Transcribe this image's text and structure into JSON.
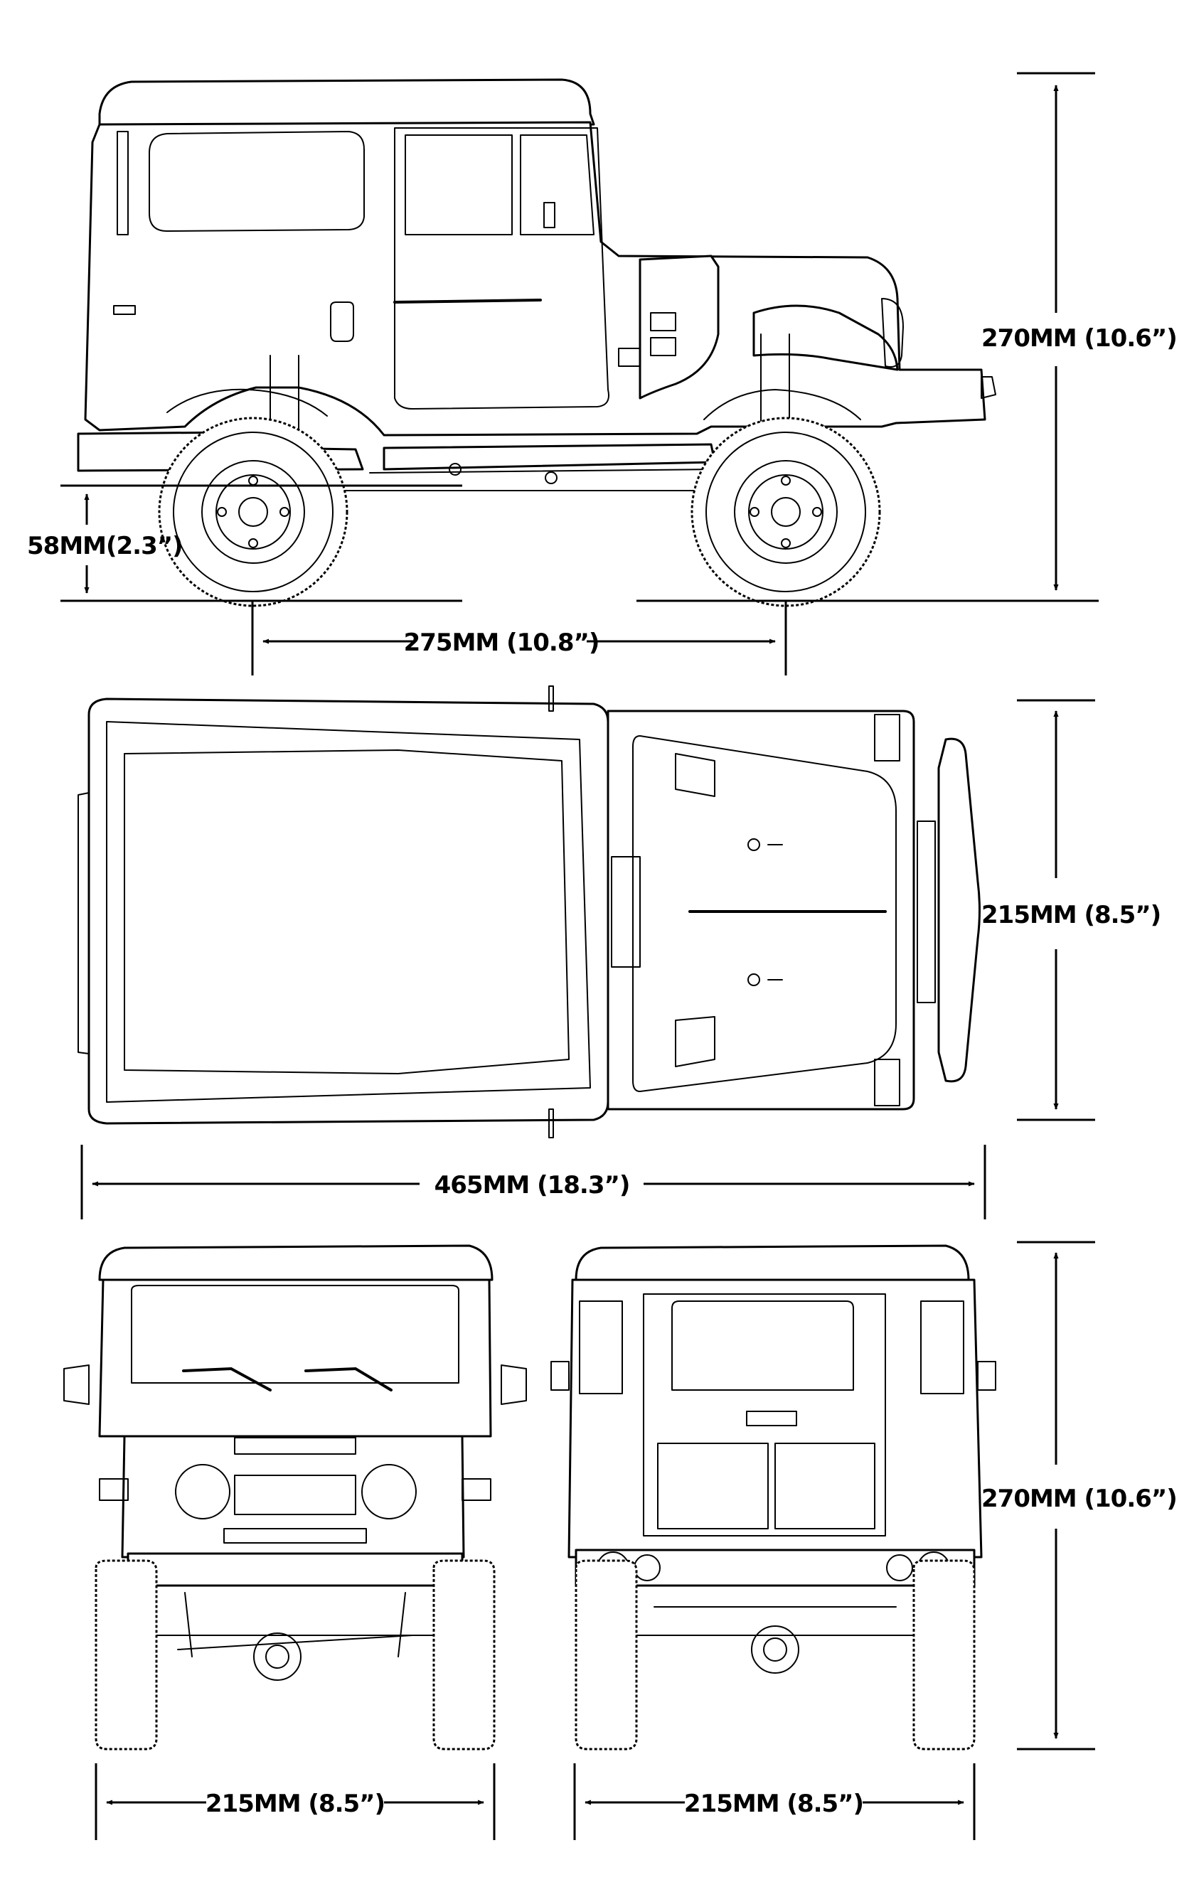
{
  "dimensions": {
    "side_height": "270MM (10.6”)",
    "ground_clearance": "58MM(2.3”)",
    "wheelbase": "275MM (10.8”)",
    "top_width": "215MM (8.5”)",
    "overall_length": "465MM (18.3”)",
    "front_height": "270MM (10.6”)",
    "front_width": "215MM (8.5”)",
    "rear_width": "215MM (8.5”)"
  },
  "colors": {
    "line": "#000000",
    "background": "#ffffff"
  }
}
